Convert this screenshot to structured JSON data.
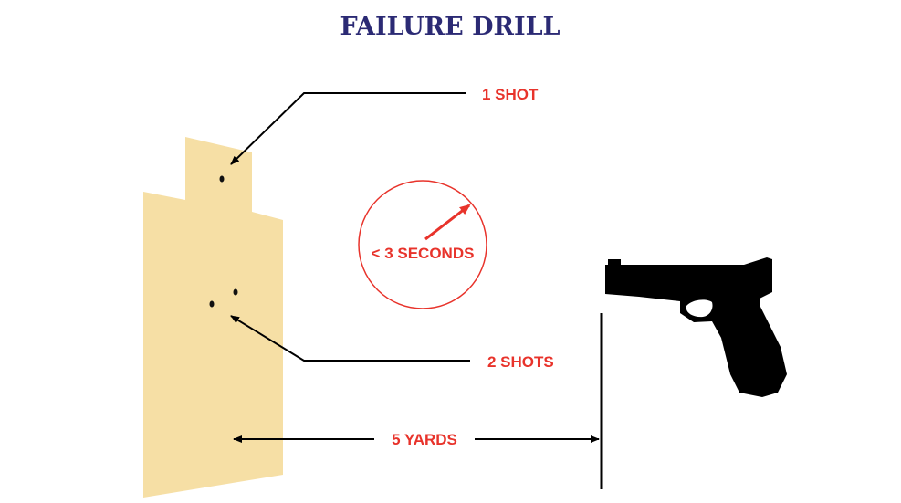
{
  "title": "FAILURE DRILL",
  "labels": {
    "head_shot": "1 SHOT",
    "body_shots": "2 SHOTS",
    "time_limit": "< 3 SECONDS",
    "distance": "5 YARDS"
  },
  "colors": {
    "title": "#2b2a74",
    "label": "#e8332b",
    "target": "#f6dfa5",
    "gun": "#000000"
  }
}
